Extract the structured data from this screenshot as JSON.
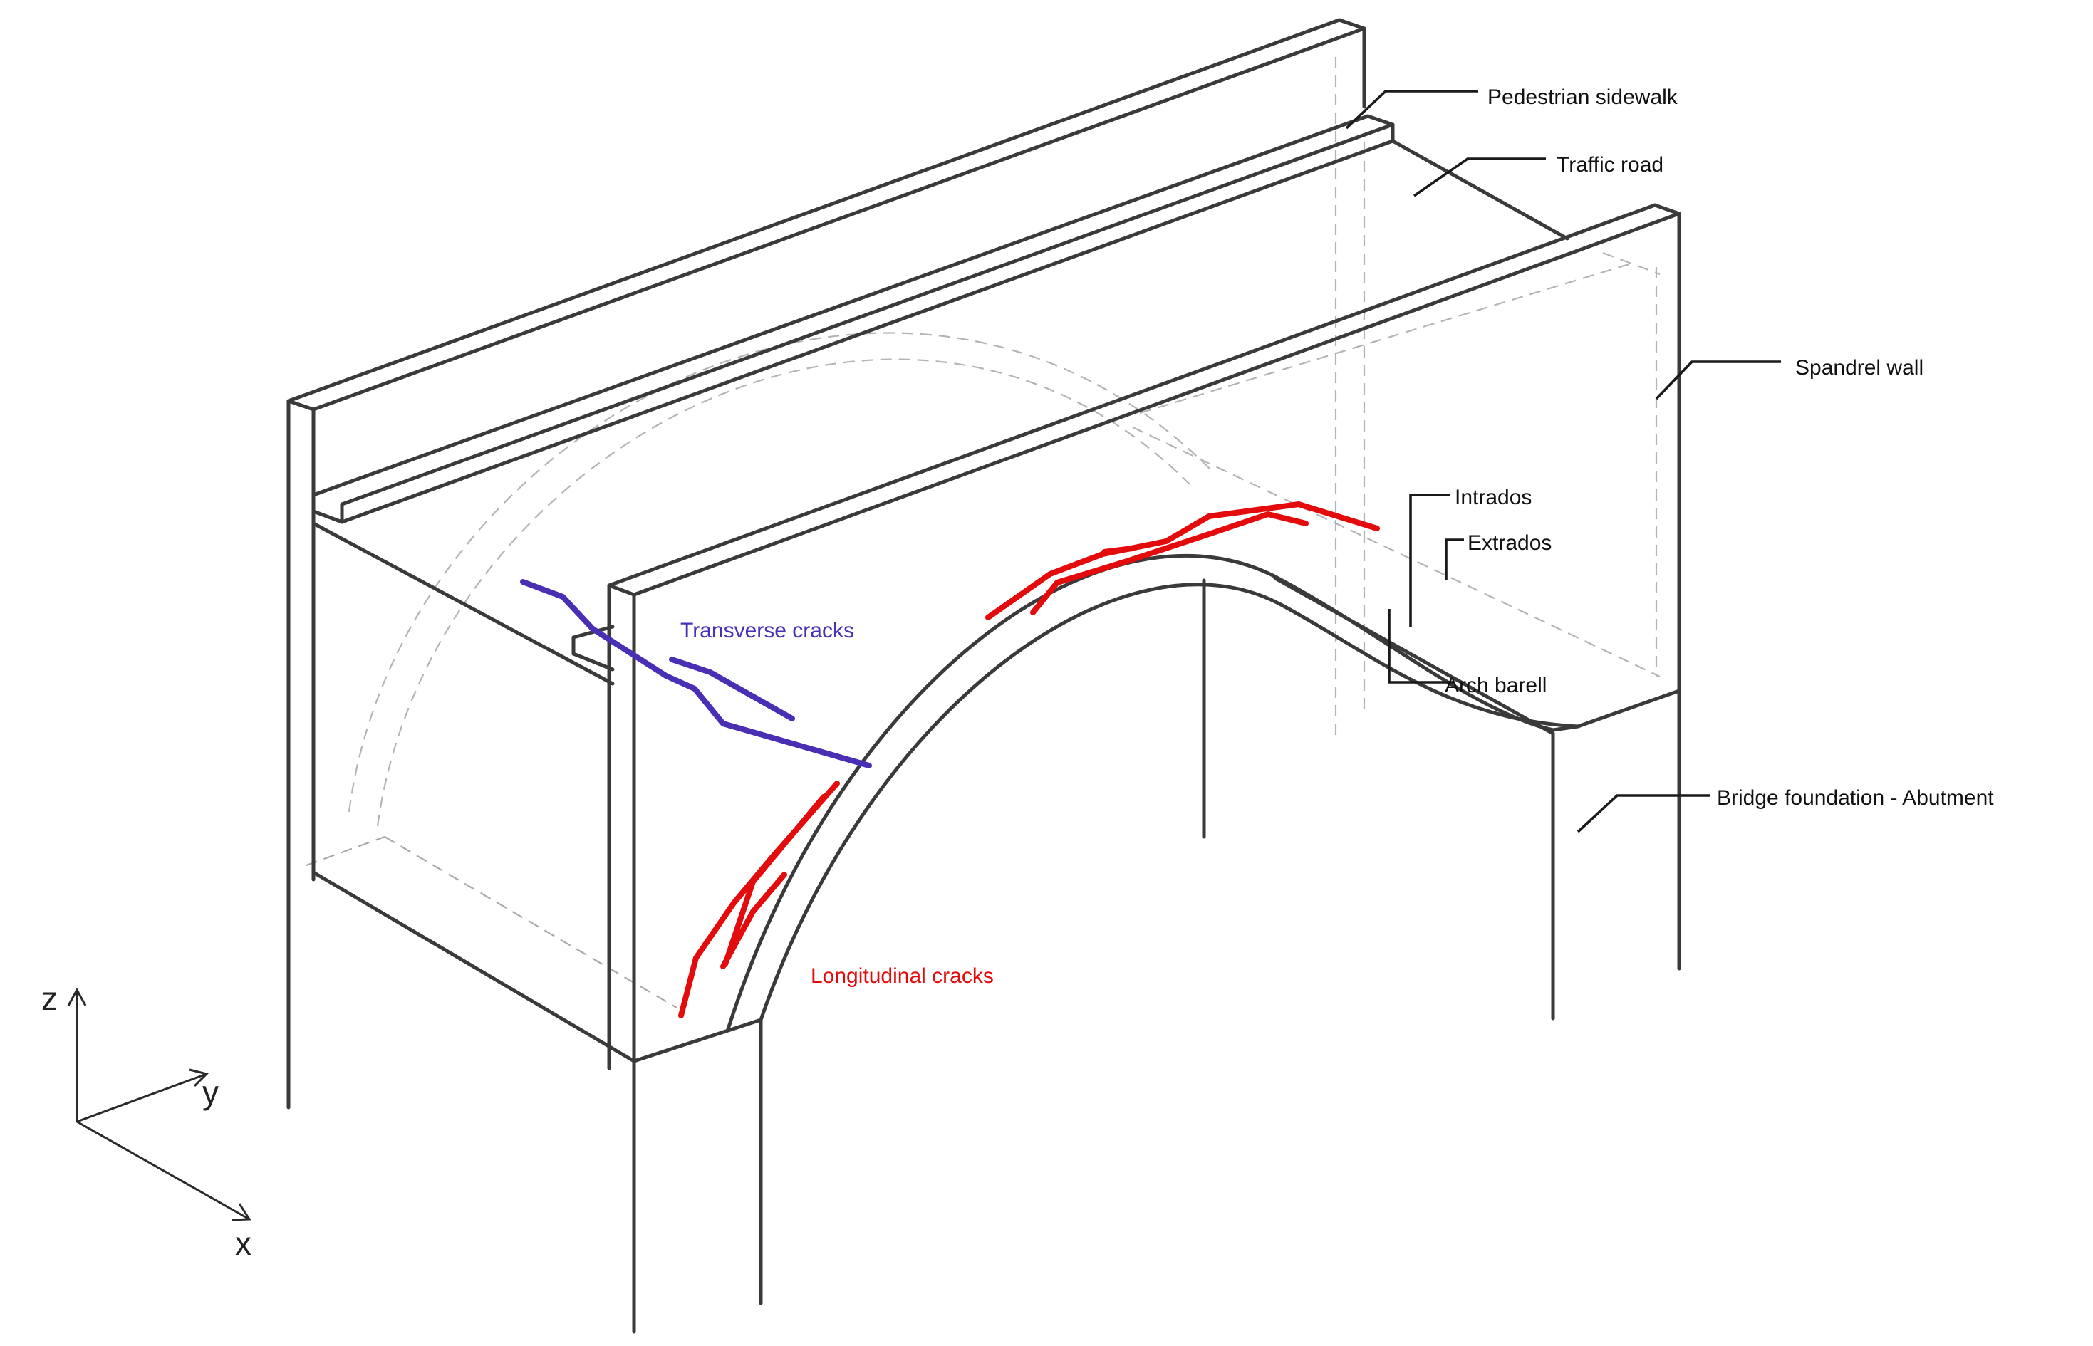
{
  "labels": {
    "pedestrian_sidewalk": "Pedestrian sidewalk",
    "traffic_road": "Traffic road",
    "spandrel_wall": "Spandrel wall",
    "intrados": "Intrados",
    "extrados": "Extrados",
    "arch_barell": "Arch barell",
    "bridge_foundation": "Bridge foundation - Abutment",
    "transverse_cracks": "Transverse cracks",
    "longitudinal_cracks": "Longitudinal cracks"
  },
  "axes": {
    "z": "z",
    "y": "y",
    "x": "x"
  },
  "colors": {
    "edge": "#3a3a3a",
    "hidden_line": "#b4b4b4",
    "label_text": "#111111",
    "transverse_crack": "#4a2fb5",
    "longitudinal_crack": "#e30b0b"
  }
}
